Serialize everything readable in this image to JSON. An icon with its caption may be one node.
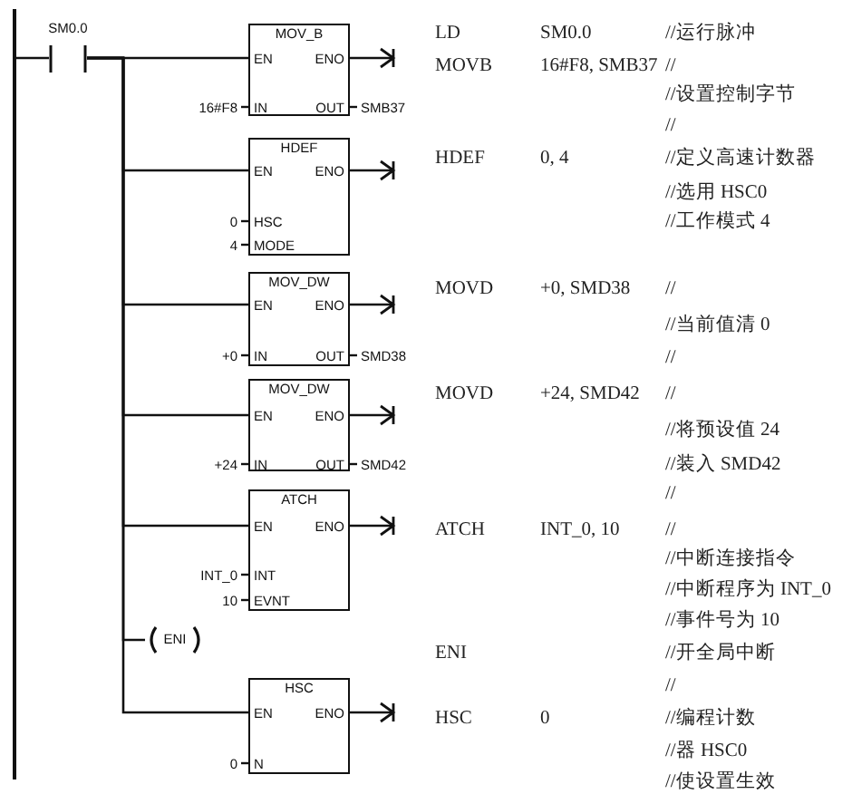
{
  "diagram": {
    "nodes": [
      {
        "text": [],
        "shape": "bar"
      },
      {
        "text": [
          "SM0.0"
        ]
      },
      {
        "text": [
          "MOV_B",
          "EN",
          "ENO",
          "IN",
          "OUT"
        ],
        "beside": [
          "16#F8",
          "SMB37"
        ]
      },
      {
        "text": [
          "HDEF",
          "EN",
          "ENO",
          "HSC",
          "MODE"
        ],
        "beside": [
          "0",
          "4"
        ]
      },
      {
        "text": [
          "MOV_DW",
          "EN",
          "ENO",
          "IN",
          "OUT"
        ],
        "beside": [
          "+0",
          "SMD38"
        ]
      },
      {
        "text": [
          "MOV_DW",
          "EN",
          "ENO",
          "IN",
          "OUT"
        ],
        "beside": [
          "+24",
          "SMD42"
        ]
      },
      {
        "text": [
          "ATCH",
          "EN",
          "ENO",
          "INT",
          "EVNT"
        ],
        "beside": [
          "INT_0",
          "10"
        ]
      },
      {
        "text": [
          "ENI"
        ]
      },
      {
        "text": [
          "HSC",
          "EN",
          "ENO",
          "N"
        ],
        "beside": [
          "0"
        ]
      }
    ],
    "edges": [
      {
        "from": 0,
        "to": 1,
        "arrow": "none"
      },
      {
        "from": 1,
        "to": 2,
        "arrow": "none"
      },
      {
        "from": 1,
        "to": 3,
        "arrow": "none"
      },
      {
        "from": 1,
        "to": 4,
        "arrow": "none"
      },
      {
        "from": 1,
        "to": 5,
        "arrow": "none"
      },
      {
        "from": 1,
        "to": 6,
        "arrow": "none"
      },
      {
        "from": 1,
        "to": 7,
        "arrow": "none"
      },
      {
        "from": 1,
        "to": 8,
        "arrow": "none"
      },
      {
        "from": 2,
        "to": null,
        "arrow": "to"
      },
      {
        "from": 3,
        "to": null,
        "arrow": "to"
      },
      {
        "from": 4,
        "to": null,
        "arrow": "to"
      },
      {
        "from": 5,
        "to": null,
        "arrow": "to"
      },
      {
        "from": 6,
        "to": null,
        "arrow": "to"
      },
      {
        "from": 8,
        "to": null,
        "arrow": "to"
      }
    ],
    "labels": [
      "LD",
      "SM0.0",
      "//运行脉冲",
      "MOVB",
      "16#F8, SMB37",
      "//",
      "//设置控制字节",
      "//",
      "HDEF",
      "0, 4",
      "//定义高速计数器",
      "//选用 HSC0",
      "//工作模式 4",
      "MOVD",
      "+0, SMD38",
      "//",
      "//当前值清 0",
      "//",
      "MOVD",
      "+24, SMD42",
      "//",
      "//将预设值 24",
      "//装入 SMD42",
      "//",
      "ATCH",
      "INT_0, 10",
      "//",
      "//中断连接指令",
      "//中断程序为 INT_0",
      "//事件号为 10",
      "ENI",
      "//开全局中断",
      "//",
      "HSC",
      "0",
      "//编程计数",
      "//器 HSC0",
      "//使设置生效"
    ]
  }
}
